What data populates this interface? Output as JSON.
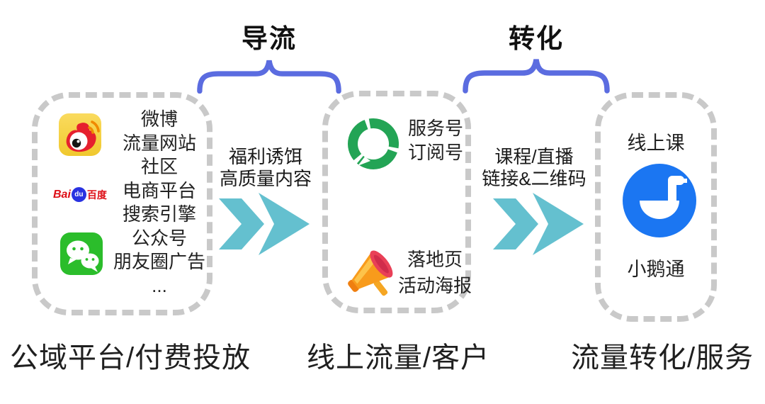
{
  "titles": {
    "flow": "导流",
    "conversion": "转化"
  },
  "stage1": {
    "icons": [
      "weibo-icon",
      "baidu-logo",
      "wechat-icon"
    ],
    "items": [
      "微博",
      "流量网站",
      "社区",
      "电商平台",
      "搜索引擎",
      "公众号",
      "朋友圈广告",
      "..."
    ],
    "caption": "公域平台/付费投放"
  },
  "arrow1": {
    "line1": "福利诱饵",
    "line2": "高质量内容"
  },
  "stage2": {
    "icons": [
      "wechat-official-account-icon",
      "megaphone-icon"
    ],
    "official_lines": [
      "服务号",
      "订阅号"
    ],
    "landing_lines": [
      "落地页",
      "活动海报"
    ],
    "caption": "线上流量/客户"
  },
  "arrow2": {
    "line1": "课程/直播",
    "line2": "链接&二维码"
  },
  "stage3": {
    "icon": "xiaoetong-goose-icon",
    "top_label": "线上课",
    "brand": "小鹅通",
    "caption": "流量转化/服务"
  },
  "baidu": {
    "part1": "Bai",
    "part2": "du",
    "part3": "百度"
  },
  "colors": {
    "brace_blue": "#5b6ce0",
    "arrow_teal": "#64c0cf",
    "dash_gray": "#c9c9c9",
    "weibo_yellow": "#f7d340",
    "weibo_red": "#e6202e",
    "wechat_green": "#2bbd2b",
    "official_account_green": "#23a455",
    "megaphone_orange": "#f89b1c",
    "megaphone_red": "#e94057",
    "xiaoetong_blue": "#1b76f2",
    "baidu_red": "#de0f17",
    "baidu_blue": "#2932e1",
    "text": "#1a1a1a"
  }
}
